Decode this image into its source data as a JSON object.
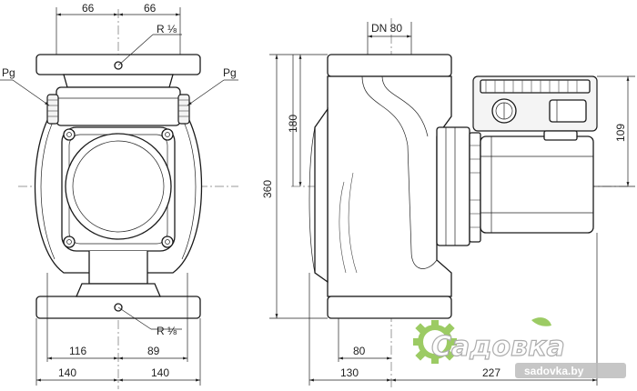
{
  "front_view": {
    "top_dims": [
      "66",
      "66"
    ],
    "port_top": "R ⅛",
    "port_bottom": "R ⅛",
    "pressure_left": "Pg",
    "pressure_right": "Pg",
    "bottom_row1": [
      "116",
      "89"
    ],
    "bottom_row2": [
      "140",
      "140"
    ]
  },
  "side_view": {
    "nominal": "DN 80",
    "height_total": "360",
    "height_upper": "180",
    "motor_height": "109",
    "bottom_left": "80",
    "bottom_row2": [
      "130",
      "227"
    ]
  },
  "watermark": {
    "brand": "Садовка",
    "url": "sadovka.by"
  }
}
